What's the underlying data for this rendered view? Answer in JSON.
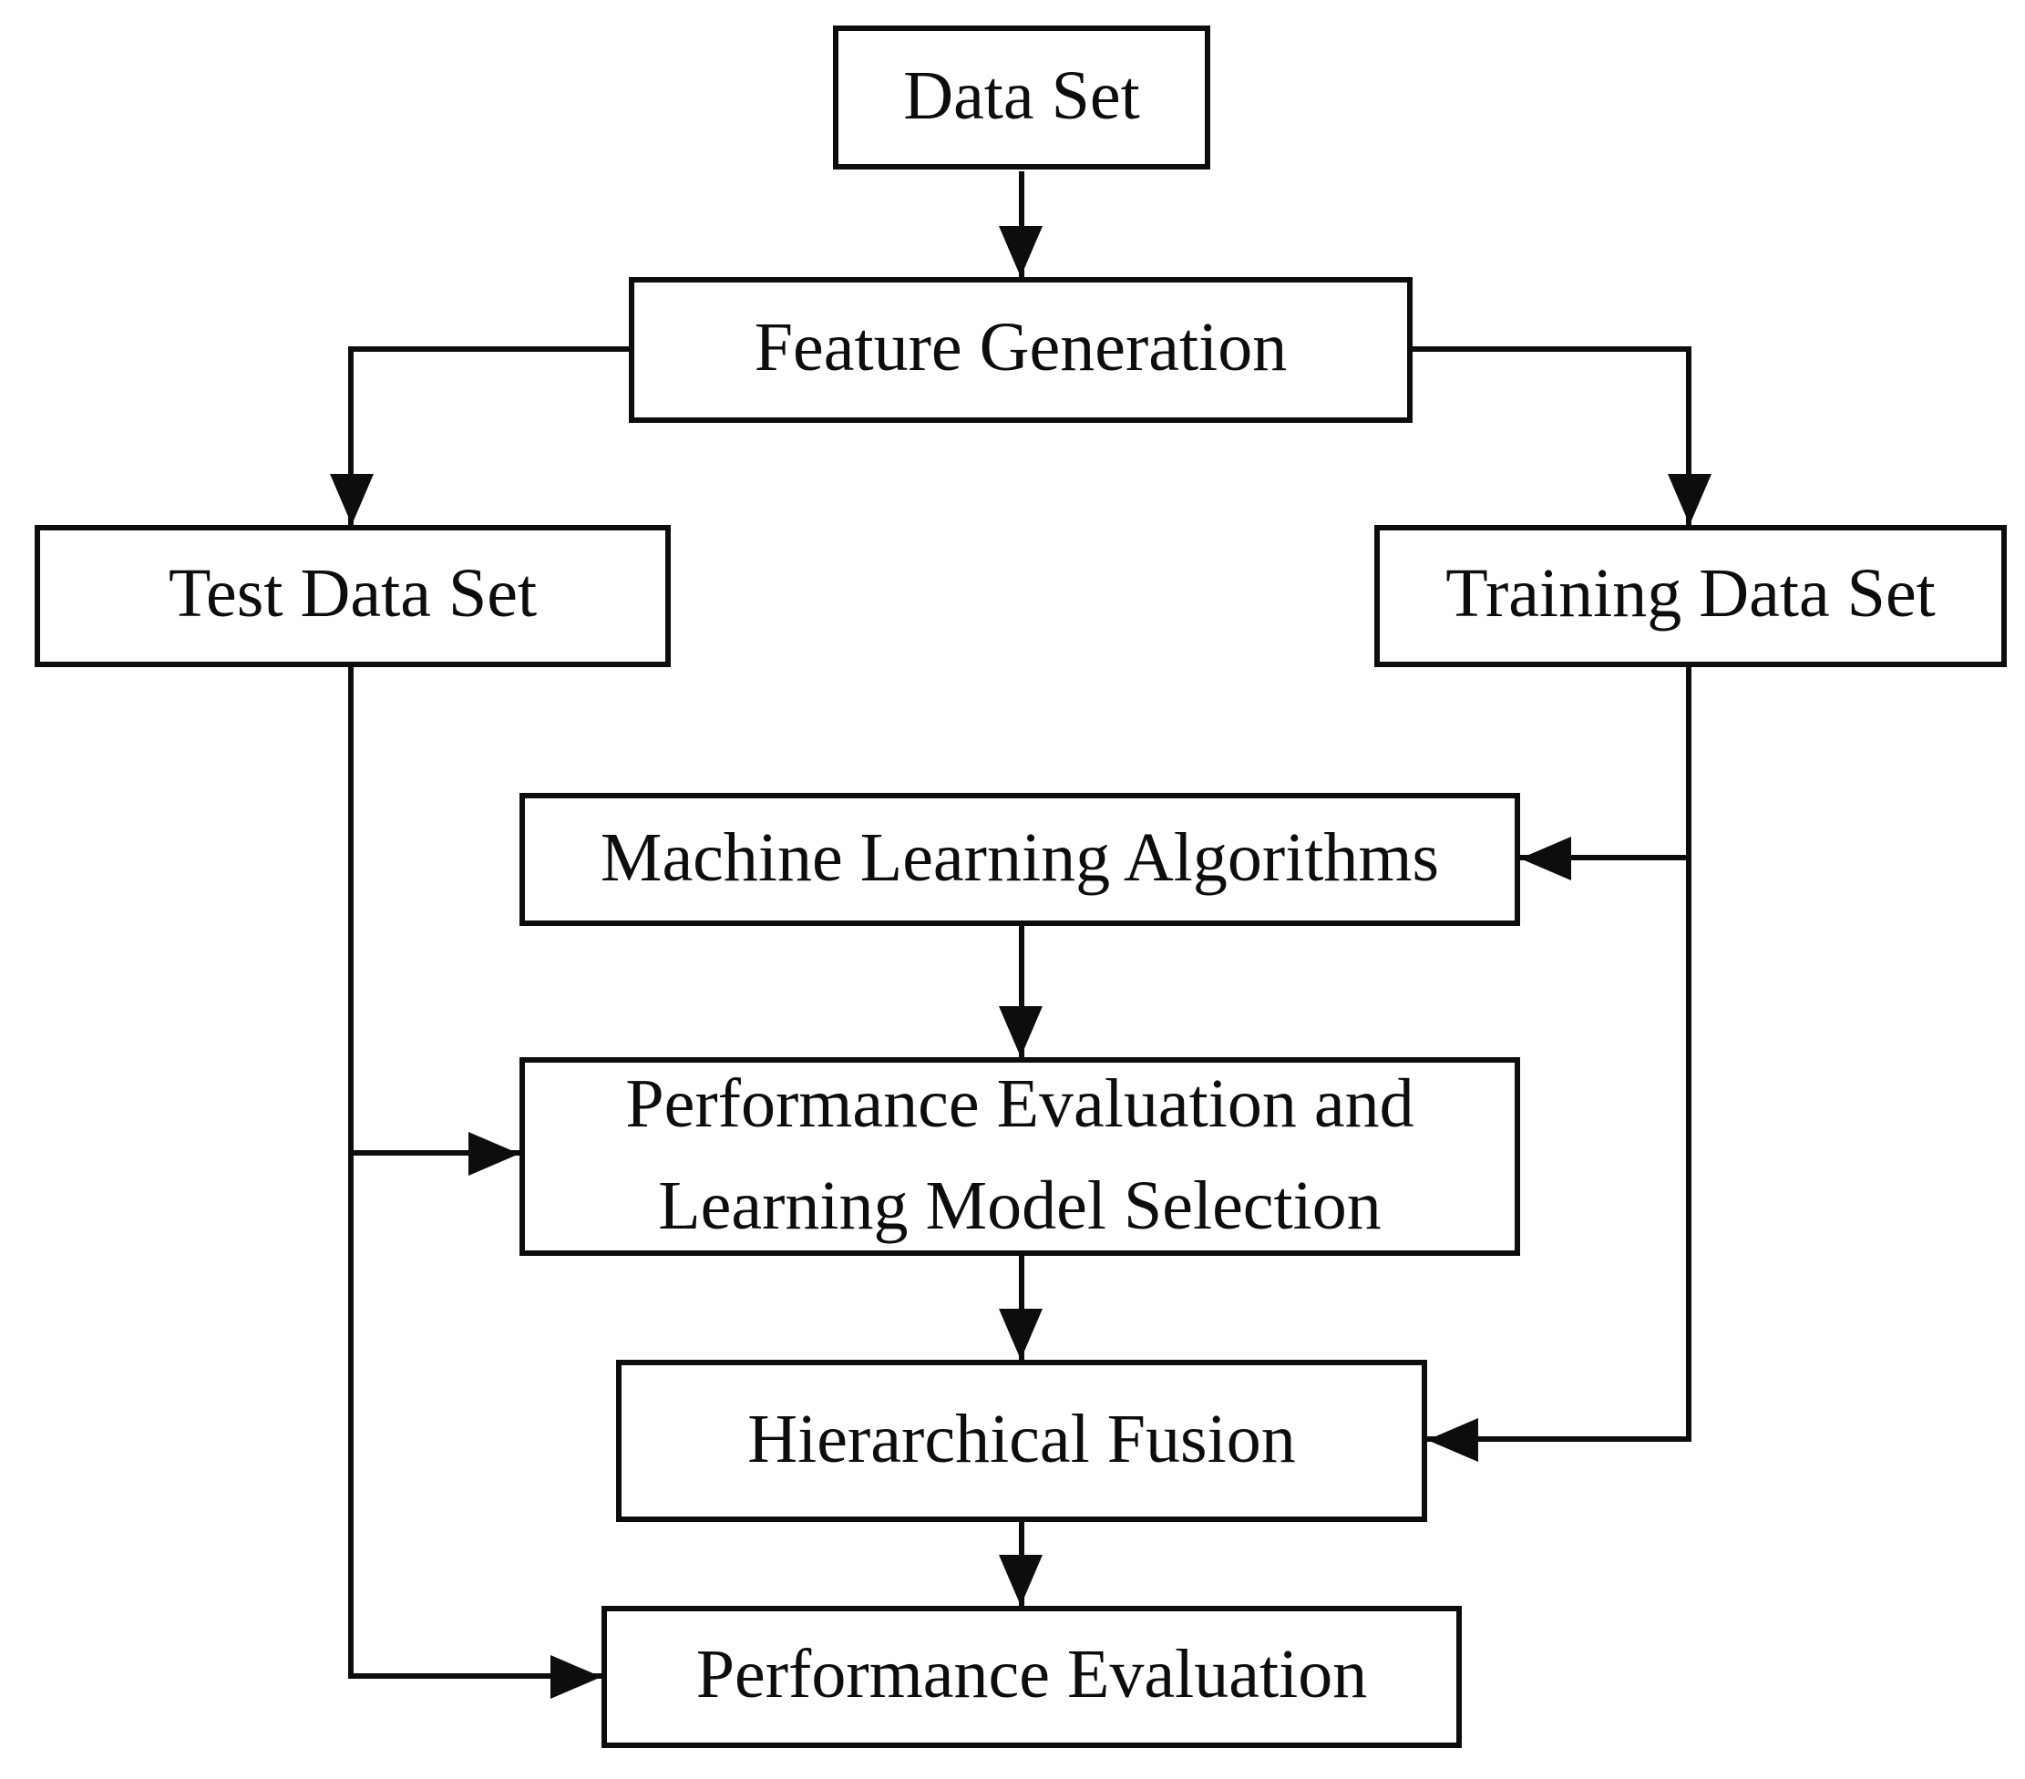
{
  "diagram": {
    "title": "Machine learning workflow flowchart",
    "background_color": "#ffffff",
    "stroke_color": "#0d0d0d",
    "text_color": "#0d0d0d",
    "nodes": {
      "dataset": {
        "label": "Data Set"
      },
      "feature_generation": {
        "label": "Feature Generation"
      },
      "test_data_set": {
        "label": "Test Data Set"
      },
      "training_data_set": {
        "label": "Training Data Set"
      },
      "ml_algorithms": {
        "label": "Machine Learning Algorithms"
      },
      "pe_lms": {
        "label": "Performance Evaluation and Learning Model Selection"
      },
      "hierarchical_fusion": {
        "label": "Hierarchical Fusion"
      },
      "performance_evaluation": {
        "label": "Performance Evaluation"
      }
    },
    "edges": [
      {
        "from": "Data Set",
        "to": "Feature Generation"
      },
      {
        "from": "Feature Generation",
        "to": "Test Data Set"
      },
      {
        "from": "Feature Generation",
        "to": "Training Data Set"
      },
      {
        "from": "Training Data Set",
        "to": "Machine Learning Algorithms"
      },
      {
        "from": "Training Data Set",
        "to": "Hierarchical Fusion"
      },
      {
        "from": "Machine Learning Algorithms",
        "to": "Performance Evaluation and Learning Model Selection"
      },
      {
        "from": "Test Data Set",
        "to": "Performance Evaluation and Learning Model Selection"
      },
      {
        "from": "Performance Evaluation and Learning Model Selection",
        "to": "Hierarchical Fusion"
      },
      {
        "from": "Hierarchical Fusion",
        "to": "Performance Evaluation"
      },
      {
        "from": "Test Data Set",
        "to": "Performance Evaluation"
      }
    ]
  }
}
